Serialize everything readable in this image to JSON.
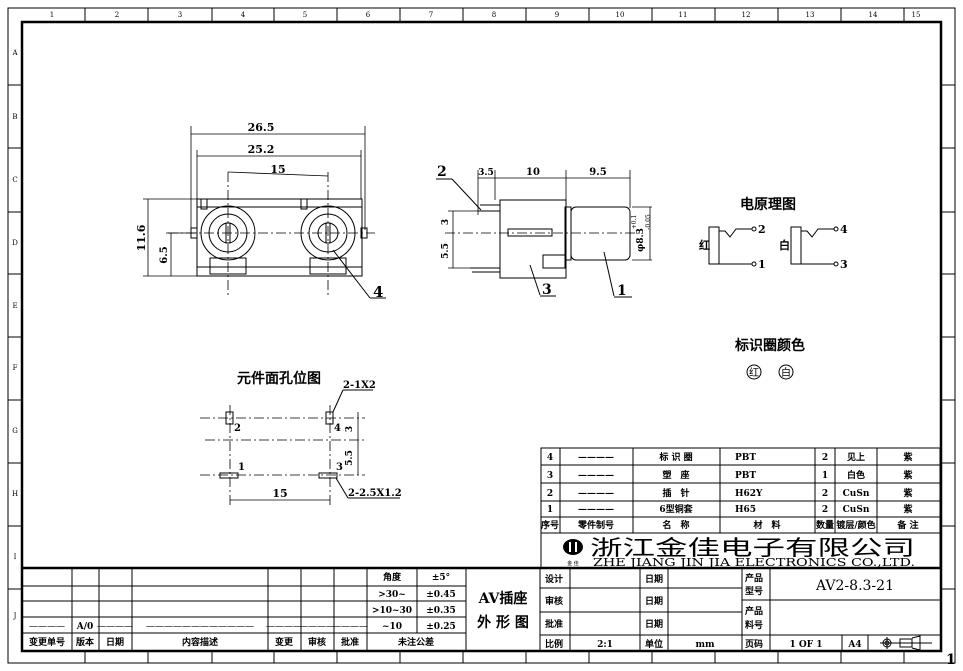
{
  "border": {
    "columns": [
      "1",
      "2",
      "3",
      "4",
      "5",
      "6",
      "7",
      "8",
      "9",
      "10",
      "11",
      "12",
      "13",
      "14",
      "15"
    ],
    "rows": [
      "A",
      "B",
      "C",
      "D",
      "E",
      "F",
      "G",
      "H",
      "I",
      "J"
    ],
    "sheet_mark": "1"
  },
  "front_view": {
    "dims": {
      "overall_width": "26.5",
      "body_width": "25.2",
      "pitch": "15",
      "height": "11.6",
      "center_height": "6.5"
    },
    "callout": "4"
  },
  "side_view": {
    "dims": {
      "pin": "3.5",
      "body": "10",
      "barrel": "9.5",
      "upper": "3",
      "lower": "5.5",
      "diameter": "φ8.3",
      "tol_plus": "+0.1",
      "tol_minus": "-0.05"
    },
    "callouts": [
      "2",
      "3",
      "1"
    ]
  },
  "schematic": {
    "title": "电原理图",
    "left_color": "红",
    "right_color": "白",
    "pins": [
      "2",
      "1",
      "4",
      "3"
    ]
  },
  "ring_colors": {
    "title": "标识圈颜色",
    "items": [
      "红",
      "白"
    ]
  },
  "hole_layout": {
    "title": "元件面孔位图",
    "pins": [
      "2",
      "4",
      "1",
      "3"
    ],
    "square_hole": "2-1X2",
    "slot_hole": "2-2.5X1.2",
    "pitch": "15",
    "dim_upper": "3",
    "dim_lower": "5.5"
  },
  "bom": {
    "headers": [
      "序号",
      "零件制号",
      "名　称",
      "材　料",
      "数量",
      "镀层/颜色",
      "备 注"
    ],
    "rows": [
      {
        "no": "4",
        "part": "————",
        "name": "标 识 圈",
        "material": "PBT",
        "qty": "2",
        "finish": "见上",
        "remark": "紫"
      },
      {
        "no": "3",
        "part": "————",
        "name": "塑　座",
        "material": "PBT",
        "qty": "1",
        "finish": "白色",
        "remark": "紫"
      },
      {
        "no": "2",
        "part": "————",
        "name": "插　针",
        "material": "H62Y",
        "qty": "2",
        "finish": "CuSn",
        "remark": "紫"
      },
      {
        "no": "1",
        "part": "————",
        "name": "6型铜套",
        "material": "H65",
        "qty": "2",
        "finish": "CuSn",
        "remark": "紫"
      }
    ]
  },
  "company": {
    "name_cn": "浙江金佳电子有限公司",
    "name_en": "ZHE  JIANG  JIN  JIA  ELECTRONICS  CO.,LTD.",
    "logo_text": "金 佳"
  },
  "revision_block": {
    "headers": [
      "变更单号",
      "版本",
      "日期",
      "内容描述",
      "变更",
      "审核",
      "批准"
    ],
    "row": [
      "————",
      "A/0",
      "————",
      "————————————",
      "————",
      "————",
      "————"
    ],
    "tolerance_title": "未注公差",
    "tolerances": [
      {
        "range": "角度",
        "value": "±5°"
      },
      {
        "range": ">30~",
        "value": "±0.45"
      },
      {
        "range": ">10~30",
        "value": "±0.35"
      },
      {
        "range": "~10",
        "value": "±0.25"
      }
    ]
  },
  "drawing_title": {
    "line1": "AV插座",
    "line2": "外 形 图"
  },
  "title_block": {
    "design_label": "设计",
    "review_label": "审核",
    "approve_label": "批准",
    "date_label": "日期",
    "scale_label": "比例",
    "scale_value": "2:1",
    "unit_label": "单位",
    "unit_value": "mm",
    "page_label": "页码",
    "page_value": "1 OF 1",
    "size_value": "A4",
    "product_type_label_1": "产品",
    "product_type_label_2": "型号",
    "product_type_value": "AV2-8.3-21",
    "part_no_label_1": "产品",
    "part_no_label_2": "料号"
  }
}
